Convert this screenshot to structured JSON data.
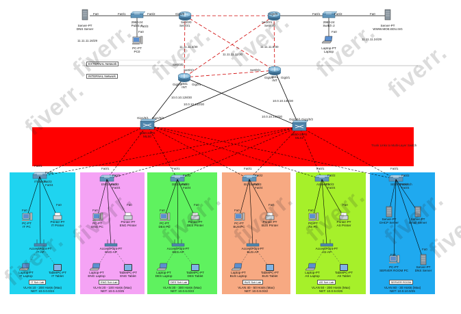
{
  "top": {
    "dns": {
      "name": "Server-PT",
      "sub": "DNS Server"
    },
    "pc0": {
      "name": "PC-PT",
      "sub": "PC0"
    },
    "switch_public": {
      "name": "2960-24",
      "sub": "Public S"
    },
    "router_left": {
      "name": "1941",
      "sub": "Router0"
    },
    "router_right": {
      "name": "1941",
      "sub": "Router1"
    },
    "www": {
      "name": "Server-PT",
      "sub": "WWW.MOE.EDU.SG"
    },
    "switch2": {
      "name": "2960-24",
      "sub": "Switch 2"
    },
    "laptop_top": {
      "name": "Laptop-PT",
      "sub": "Laptop"
    },
    "net_public": "11.11.11.16/29",
    "net_left_link": "11.11.11.4/30",
    "net_center": "11.11.11.12/30",
    "net_right_link": "11.11.11.8/30",
    "net_www": "11.11.11.24/29",
    "ports": [
      "Fa0",
      "Fa0/1",
      "Fa0/2",
      "Fa0/3",
      "Fa0",
      "Gig0/0",
      "Se0/0/1",
      "Se0/0/0",
      "Gig0/0",
      "Fa0/1",
      "Fa0/2",
      "Fa0",
      "Fa0",
      "Se0/0/1",
      "Se0/0/0",
      "Se0/0/0",
      "Se0/0/1",
      "Se0/0/1"
    ]
  },
  "banners": {
    "external": "EXTERNAL Network",
    "internal": "INTERNAL Network"
  },
  "core": {
    "router_left": {
      "name": "1941",
      "sub": "INT"
    },
    "router_right": {
      "name": "1941",
      "sub": "INT"
    },
    "net_left": "10.0.10.128/30",
    "net_left2": "10.0.10.132/30",
    "net_right": "10.0.10.136/30",
    "net_right2": "10.0.10.140/30",
    "ports": [
      "Gig0/0",
      "Gig0/1",
      "Gig0/0",
      "Gig0/1",
      "Gig1/0/1",
      "Gig1/0/2",
      "Gig1/0/1",
      "Gig1/0/2"
    ],
    "mls_left": {
      "name": "3650-24PS",
      "sub": "MLS0"
    },
    "mls_right": {
      "name": "3650-24PS",
      "sub": "MLS1"
    },
    "trunk_label": "Trunk Links to Multi-Layer Switch"
  },
  "labs": [
    {
      "id": "it",
      "color": "#1fd4f0",
      "title": "IT Sch Lab",
      "vlan": "VLAN 10 - 200 Hosts (Max)",
      "net": "NET: 10.0.0.0/24",
      "switch": "ITSwitch",
      "ports": [
        "Fa0/1",
        "Fa0/2",
        "Fa0/3",
        "Fa0/4",
        "Fa0",
        "Fa0"
      ],
      "devices": [
        {
          "n": "PC-PT",
          "s": "IT PC"
        },
        {
          "n": "Printer-PT",
          "s": "IT Printer"
        },
        {
          "n": "AccessPoint-PT",
          "s": "IT-AP"
        },
        {
          "n": "Laptop-PT",
          "s": "IT Laptop"
        },
        {
          "n": "TabletPC-PT",
          "s": "IT Tablet"
        }
      ]
    },
    {
      "id": "eng",
      "color": "#f5a3f5",
      "title": "ENG Sch Lab",
      "vlan": "VLAN 20 - 100 Hosts (Max)",
      "net": "NET: 10.0.4.0/25",
      "switch": "ENGSwitch",
      "ports": [
        "Fa0/1",
        "Fa0/2",
        "Fa0/3",
        "Fa0/4",
        "Fa0",
        "Fa0"
      ],
      "devices": [
        {
          "n": "PC-PT",
          "s": "ENG PC"
        },
        {
          "n": "Printer-PT",
          "s": "ENG Printer"
        },
        {
          "n": "AccessPoint-PT",
          "s": "ENG-AP"
        },
        {
          "n": "Laptop-PT",
          "s": "ENG Laptop"
        },
        {
          "n": "TabletPC-PT",
          "s": "ENG Tablet"
        }
      ]
    },
    {
      "id": "des",
      "color": "#5ff25f",
      "title": "DES Sch Lab",
      "vlan": "VLAN 30 - 300 Hosts (Max)",
      "net": "NET: 10.0.6.0/23",
      "switch": "DESSwitch",
      "ports": [
        "Fa0/1",
        "Fa0/2",
        "Fa0/3",
        "Fa0/4",
        "Fa0",
        "Fa0"
      ],
      "devices": [
        {
          "n": "PC-PT",
          "s": "DES PC"
        },
        {
          "n": "Printer-PT",
          "s": "DES Printer"
        },
        {
          "n": "AccessPoint-PT",
          "s": "DES-AP"
        },
        {
          "n": "Laptop-PT",
          "s": "DES Laptop"
        },
        {
          "n": "TabletPC-PT",
          "s": "DES Tablet"
        }
      ]
    },
    {
      "id": "bus",
      "color": "#f7a982",
      "title": "BUS Sch Lab",
      "vlan": "VLAN 40 - 50 Hosts (Max)",
      "net": "NET: 10.0.8.0/22",
      "switch": "BUSSwitch",
      "ports": [
        "Fa0/1",
        "Fa0/2",
        "Fa0/3",
        "Fa0/4",
        "Fa0",
        "Fa0"
      ],
      "devices": [
        {
          "n": "PC-PT",
          "s": "BUS PC"
        },
        {
          "n": "Printer-PT",
          "s": "BUS Printer"
        },
        {
          "n": "AccessPoint-PT",
          "s": "BUS-AP"
        },
        {
          "n": "Laptop-PT",
          "s": "BUS Laptop"
        },
        {
          "n": "TabletPC-PT",
          "s": "BUS Tablet"
        }
      ]
    },
    {
      "id": "as",
      "color": "#a6f02a",
      "title": "AS Sch Lab",
      "vlan": "VLAN 50 - 200 Hosts (Max)",
      "net": "NET: 10.0.9.0/26",
      "switch": "ASSwitch",
      "ports": [
        "Fa0/1",
        "Fa0/2",
        "Fa0/3",
        "Fa0/4",
        "Fa0",
        "Fa0"
      ],
      "devices": [
        {
          "n": "PC-PT",
          "s": "AS PC"
        },
        {
          "n": "Printer-PT",
          "s": "AS Printer"
        },
        {
          "n": "AccessPoint-PT",
          "s": "AS-AP"
        },
        {
          "n": "Laptop-PT",
          "s": "AS Laptop"
        },
        {
          "n": "TabletPC-PT",
          "s": "AS Tablet"
        }
      ]
    },
    {
      "id": "srv",
      "color": "#1fa9ef",
      "title": "SERVER ROOM",
      "vlan": "VLAN 60 - 30 Hosts (Max)",
      "net": "NET: 10.0.10.0/25",
      "switch": "SERVERSwitch",
      "ports": [
        "Fa0/1",
        "Fa0/2",
        "Fa0/3",
        "Fa0/4",
        "Fa0",
        "Fa0"
      ],
      "devices": [
        {
          "n": "Server-PT",
          "s": "DHCP Server"
        },
        {
          "n": "Server-PT",
          "s": "Email Server"
        },
        {
          "n": "PC-PT",
          "s": "SERVER ROOM PC"
        },
        {
          "n": "Server-PT",
          "s": "DNS Server"
        }
      ]
    }
  ],
  "watermark": "fiverr.",
  "colors": {
    "trunk_band": "#ff0000",
    "link_black": "#000000",
    "link_red": "#d00000"
  }
}
